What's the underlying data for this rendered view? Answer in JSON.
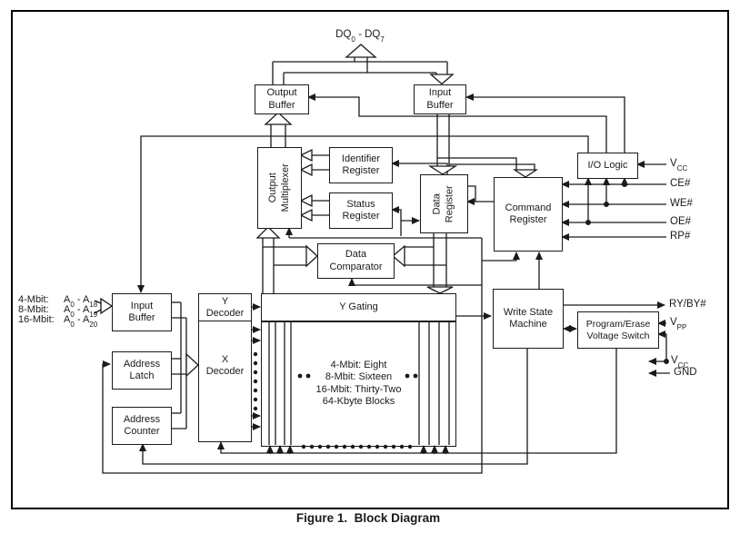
{
  "caption": "Figure 1.  Block Diagram",
  "colors": {
    "ink": "#1a1a1a",
    "background": "#ffffff"
  },
  "blocks": {
    "output_buffer": "Output\nBuffer",
    "input_buffer_data": "Input\nBuffer",
    "output_multiplexer": "Output\nMultiplexer",
    "identifier_register": "Identifier\nRegister",
    "status_register": "Status\nRegister",
    "data_register": "Data\nRegister",
    "command_register": "Command\nRegister",
    "io_logic": "I/O Logic",
    "data_comparator": "Data\nComparator",
    "write_state_machine": "Write State\nMachine",
    "program_erase_voltage_switch": "Program/Erase\nVoltage Switch",
    "input_buffer_addr": "Input\nBuffer",
    "address_latch": "Address\nLatch",
    "address_counter": "Address\nCounter",
    "y_decoder": "Y\nDecoder",
    "x_decoder": "X\nDecoder",
    "y_gating": "Y Gating",
    "memory_array": "4-Mbit: Eight\n8-Mbit: Sixteen\n16-Mbit: Thirty-Two\n64-Kbyte Blocks"
  },
  "signals": {
    "dq": {
      "p1": "DQ",
      "s1": "0",
      "p2": " - DQ",
      "s2": "7"
    },
    "vcc_top": {
      "p": "V",
      "s": "CC"
    },
    "ce": "CE#",
    "we": "WE#",
    "oe": "OE#",
    "rp": "RP#",
    "ryby": "RY/BY#",
    "vpp": {
      "p": "V",
      "s": "PP"
    },
    "vcc_bottom": {
      "p": "V",
      "s": "CC"
    },
    "gnd": "GND"
  },
  "address_inputs": [
    {
      "prefix": "4-Mbit:",
      "base": "A",
      "from": "0",
      "sep": " - ",
      "to": "18"
    },
    {
      "prefix": "8-Mbit:",
      "base": "A",
      "from": "0",
      "sep": " - ",
      "to": "19"
    },
    {
      "prefix": "16-Mbit:",
      "base": "A",
      "from": "0",
      "sep": " - ",
      "to": "20"
    }
  ]
}
